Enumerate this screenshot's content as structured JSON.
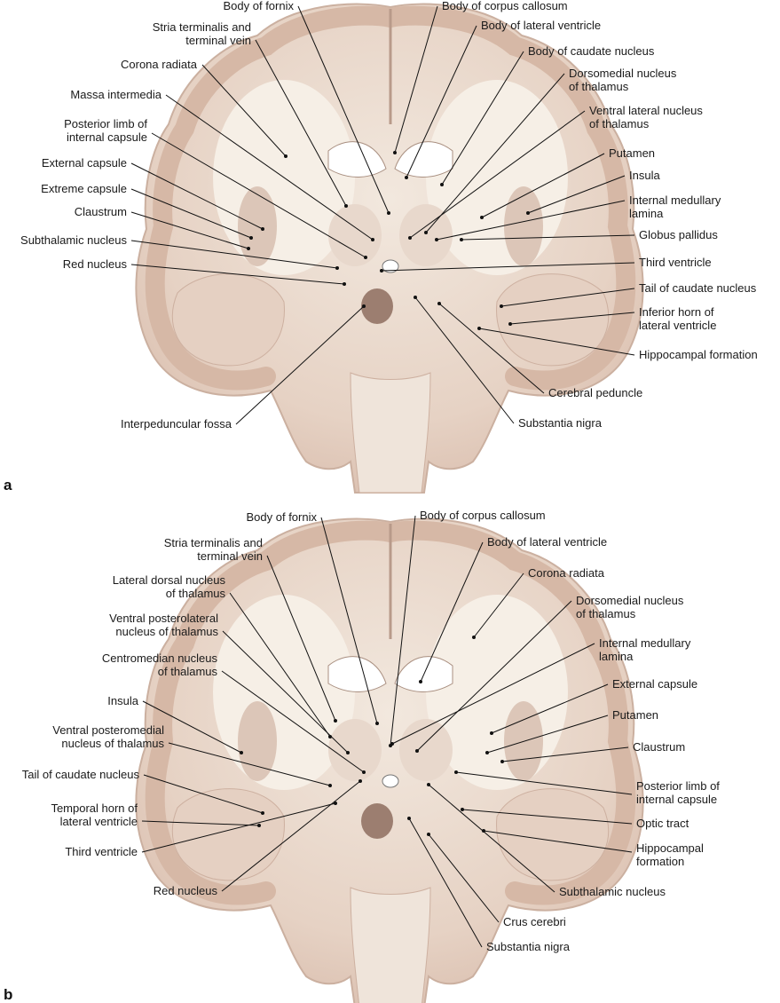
{
  "panels": [
    {
      "letter": "a",
      "labels": [
        {
          "id": "body-of-fornix",
          "lines": [
            "Body of fornix"
          ]
        },
        {
          "id": "stria-terminalis",
          "lines": [
            "Stria terminalis and",
            "terminal vein"
          ]
        },
        {
          "id": "corona-radiata",
          "lines": [
            "Corona radiata"
          ]
        },
        {
          "id": "massa-intermedia",
          "lines": [
            "Massa intermedia"
          ]
        },
        {
          "id": "posterior-limb",
          "lines": [
            "Posterior limb of",
            "internal capsule"
          ]
        },
        {
          "id": "external-capsule",
          "lines": [
            "External capsule"
          ]
        },
        {
          "id": "extreme-capsule",
          "lines": [
            "Extreme capsule"
          ]
        },
        {
          "id": "claustrum",
          "lines": [
            "Claustrum"
          ]
        },
        {
          "id": "subthalamic-nucleus",
          "lines": [
            "Subthalamic nucleus"
          ]
        },
        {
          "id": "red-nucleus",
          "lines": [
            "Red nucleus"
          ]
        },
        {
          "id": "interpeduncular-fossa",
          "lines": [
            "Interpeduncular fossa"
          ]
        },
        {
          "id": "body-of-corpus-callosum",
          "lines": [
            "Body of corpus callosum"
          ]
        },
        {
          "id": "body-of-lateral-ventricle",
          "lines": [
            "Body of lateral ventricle"
          ]
        },
        {
          "id": "body-of-caudate-nucleus",
          "lines": [
            "Body of caudate nucleus"
          ]
        },
        {
          "id": "dorsomedial-nucleus",
          "lines": [
            "Dorsomedial nucleus",
            "of thalamus"
          ]
        },
        {
          "id": "ventral-lateral-nucleus",
          "lines": [
            "Ventral lateral nucleus",
            "of thalamus"
          ]
        },
        {
          "id": "putamen",
          "lines": [
            "Putamen"
          ]
        },
        {
          "id": "insula",
          "lines": [
            "Insula"
          ]
        },
        {
          "id": "internal-medullary-lamina",
          "lines": [
            "Internal medullary",
            "lamina"
          ]
        },
        {
          "id": "globus-pallidus",
          "lines": [
            "Globus pallidus"
          ]
        },
        {
          "id": "third-ventricle",
          "lines": [
            "Third ventricle"
          ]
        },
        {
          "id": "tail-of-caudate-nucleus",
          "lines": [
            "Tail of caudate nucleus"
          ]
        },
        {
          "id": "inferior-horn",
          "lines": [
            "Inferior horn of",
            "lateral ventricle"
          ]
        },
        {
          "id": "hippocampal-formation",
          "lines": [
            "Hippocampal formation"
          ]
        },
        {
          "id": "cerebral-peduncle",
          "lines": [
            "Cerebral peduncle"
          ]
        },
        {
          "id": "substantia-nigra",
          "lines": [
            "Substantia nigra"
          ]
        }
      ]
    },
    {
      "letter": "b",
      "labels": [
        {
          "id": "body-of-fornix",
          "lines": [
            "Body of fornix"
          ]
        },
        {
          "id": "stria-terminalis",
          "lines": [
            "Stria terminalis and",
            "terminal vein"
          ]
        },
        {
          "id": "lateral-dorsal-nucleus",
          "lines": [
            "Lateral dorsal nucleus",
            "of thalamus"
          ]
        },
        {
          "id": "ventral-posterolateral-nucleus",
          "lines": [
            "Ventral posterolateral",
            "nucleus of thalamus"
          ]
        },
        {
          "id": "centromedian-nucleus",
          "lines": [
            "Centromedian nucleus",
            "of thalamus"
          ]
        },
        {
          "id": "insula",
          "lines": [
            "Insula"
          ]
        },
        {
          "id": "ventral-posteromedial-nucleus",
          "lines": [
            "Ventral posteromedial",
            "nucleus of thalamus"
          ]
        },
        {
          "id": "tail-of-caudate-nucleus",
          "lines": [
            "Tail of caudate nucleus"
          ]
        },
        {
          "id": "temporal-horn",
          "lines": [
            "Temporal horn of",
            "lateral ventricle"
          ]
        },
        {
          "id": "third-ventricle",
          "lines": [
            "Third ventricle"
          ]
        },
        {
          "id": "red-nucleus",
          "lines": [
            "Red nucleus"
          ]
        },
        {
          "id": "body-of-corpus-callosum",
          "lines": [
            "Body of corpus callosum"
          ]
        },
        {
          "id": "body-of-lateral-ventricle",
          "lines": [
            "Body of lateral ventricle"
          ]
        },
        {
          "id": "corona-radiata",
          "lines": [
            "Corona radiata"
          ]
        },
        {
          "id": "dorsomedial-nucleus",
          "lines": [
            "Dorsomedial nucleus",
            "of thalamus"
          ]
        },
        {
          "id": "internal-medullary-lamina",
          "lines": [
            "Internal medullary",
            "lamina"
          ]
        },
        {
          "id": "external-capsule",
          "lines": [
            "External capsule"
          ]
        },
        {
          "id": "putamen",
          "lines": [
            "Putamen"
          ]
        },
        {
          "id": "claustrum",
          "lines": [
            "Claustrum"
          ]
        },
        {
          "id": "posterior-limb",
          "lines": [
            "Posterior limb of",
            "internal capsule"
          ]
        },
        {
          "id": "optic-tract",
          "lines": [
            "Optic tract"
          ]
        },
        {
          "id": "hippocampal-formation",
          "lines": [
            "Hippocampal",
            "formation"
          ]
        },
        {
          "id": "subthalamic-nucleus",
          "lines": [
            "Subthalamic nucleus"
          ]
        },
        {
          "id": "crus-cerebri",
          "lines": [
            "Crus cerebri"
          ]
        },
        {
          "id": "substantia-nigra",
          "lines": [
            "Substantia nigra"
          ]
        }
      ]
    }
  ]
}
